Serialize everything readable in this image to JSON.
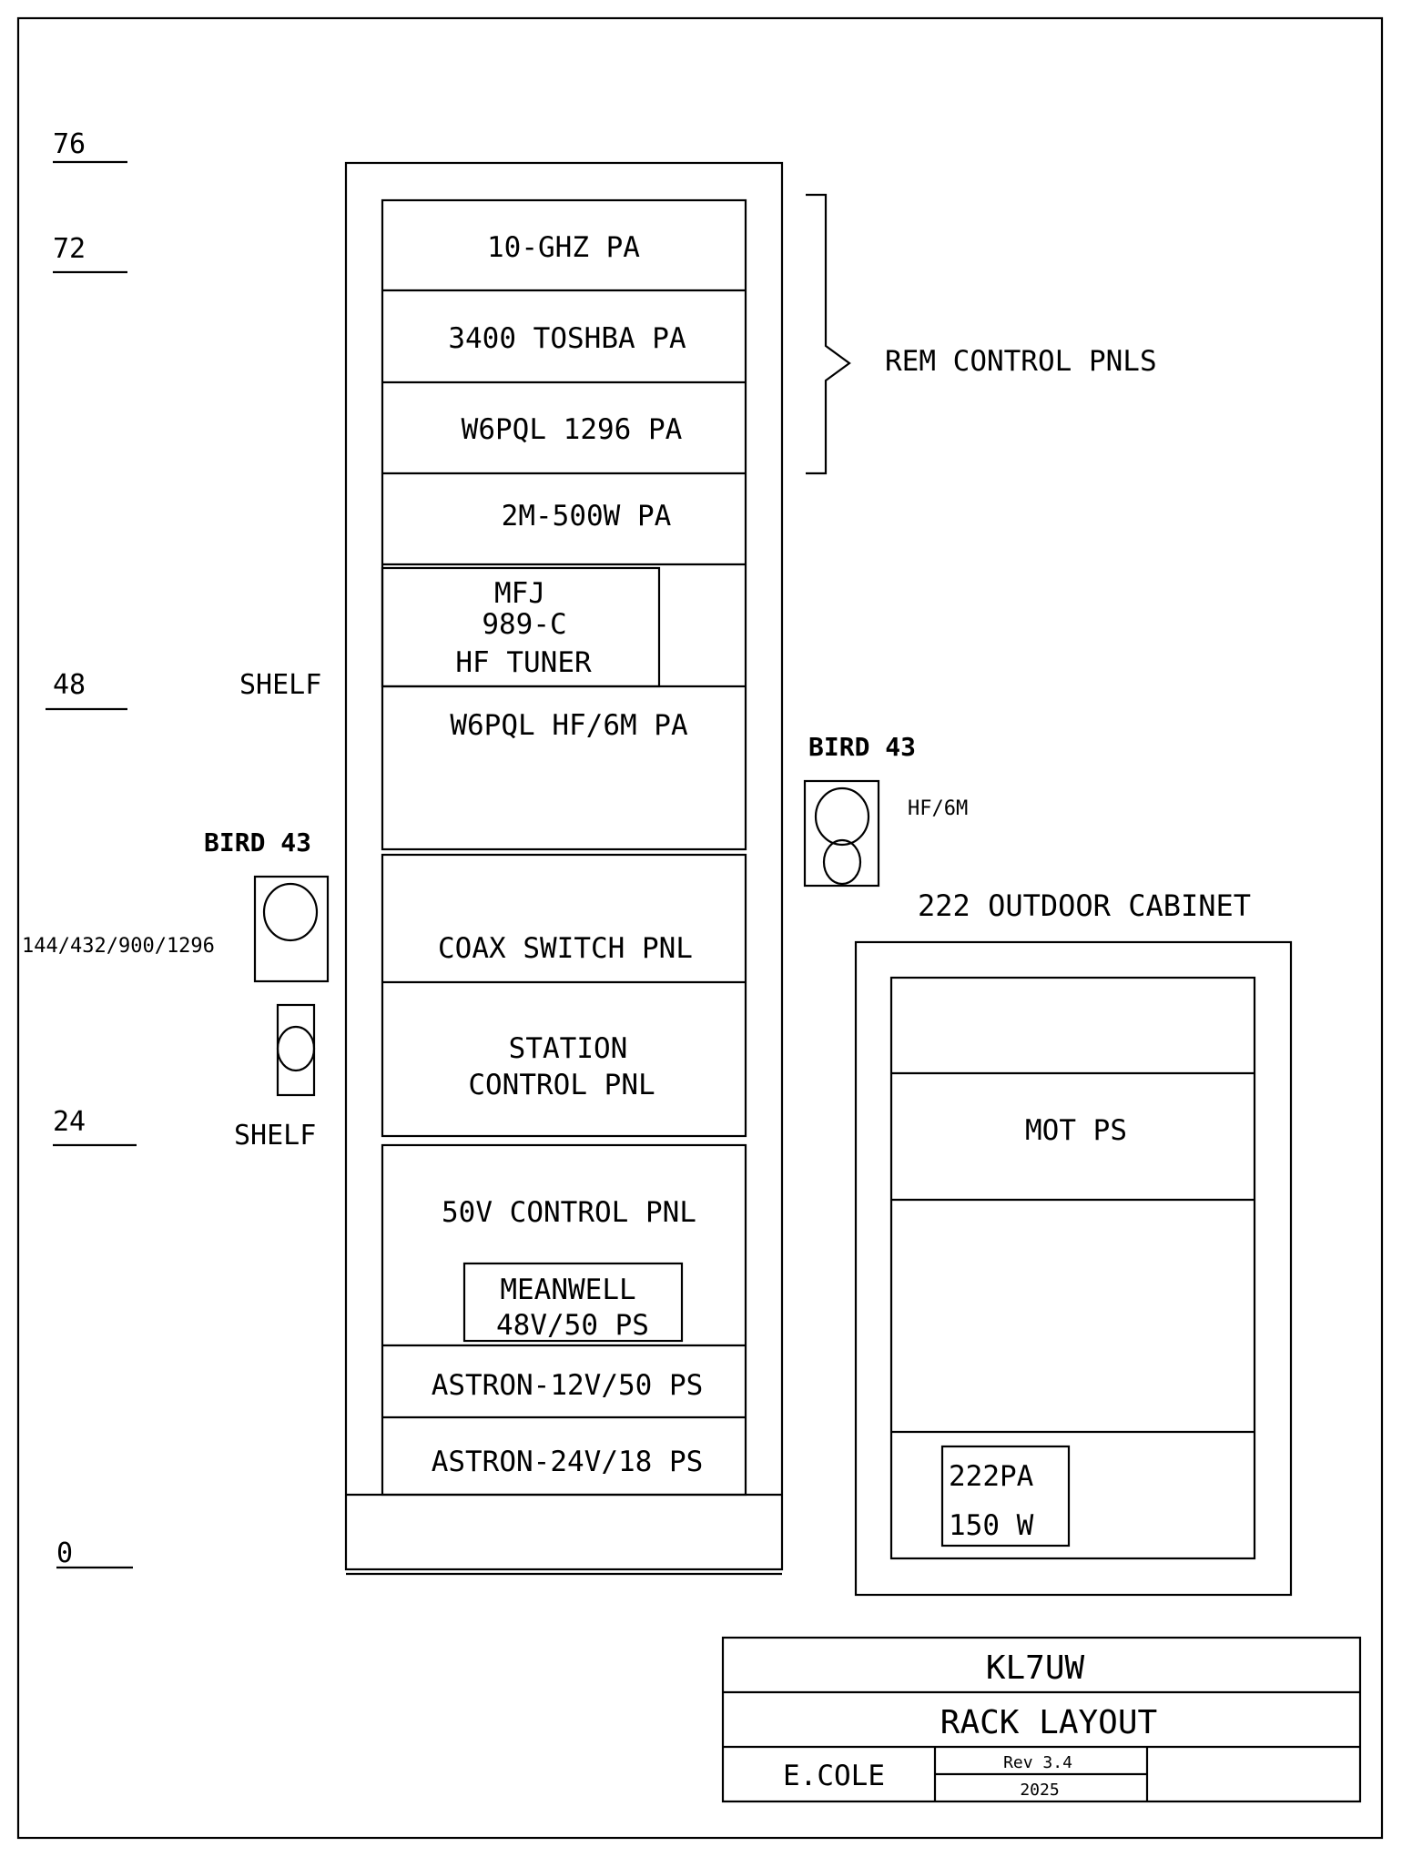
{
  "scale_labels": [
    "76",
    "72",
    "48",
    "24",
    "0"
  ],
  "rack": {
    "panels": [
      "10-GHZ PA",
      "3400 TOSHBA PA",
      "W6PQL 1296 PA",
      "2M-500W PA",
      "W6PQL HF/6M PA",
      "COAX SWITCH PNL",
      "50V CONTROL PNL",
      "ASTRON-12V/50 PS",
      "ASTRON-24V/18 PS"
    ],
    "mfj_tuner": [
      "MFJ",
      "989-C",
      "HF TUNER"
    ],
    "station_control": [
      "STATION",
      "CONTROL PNL"
    ],
    "meanwell": [
      "MEANWELL",
      "48V/50 PS"
    ]
  },
  "annotations": {
    "rem_control": "REM CONTROL PNLS",
    "shelf_upper": "SHELF",
    "shelf_lower": "SHELF",
    "bird_left": "BIRD 43",
    "bird_left_bands": "144/432/900/1296",
    "bird_right": "BIRD 43",
    "bird_right_bands": "HF/6M"
  },
  "cabinet": {
    "title": "222 OUTDOOR CABINET",
    "mot_ps": "MOT PS",
    "pa": [
      "222PA",
      "150 W"
    ]
  },
  "title_block": {
    "callsign": "KL7UW",
    "drawing_title": "RACK LAYOUT",
    "author": "E.COLE",
    "revision": "Rev 3.4",
    "year": "2025"
  }
}
